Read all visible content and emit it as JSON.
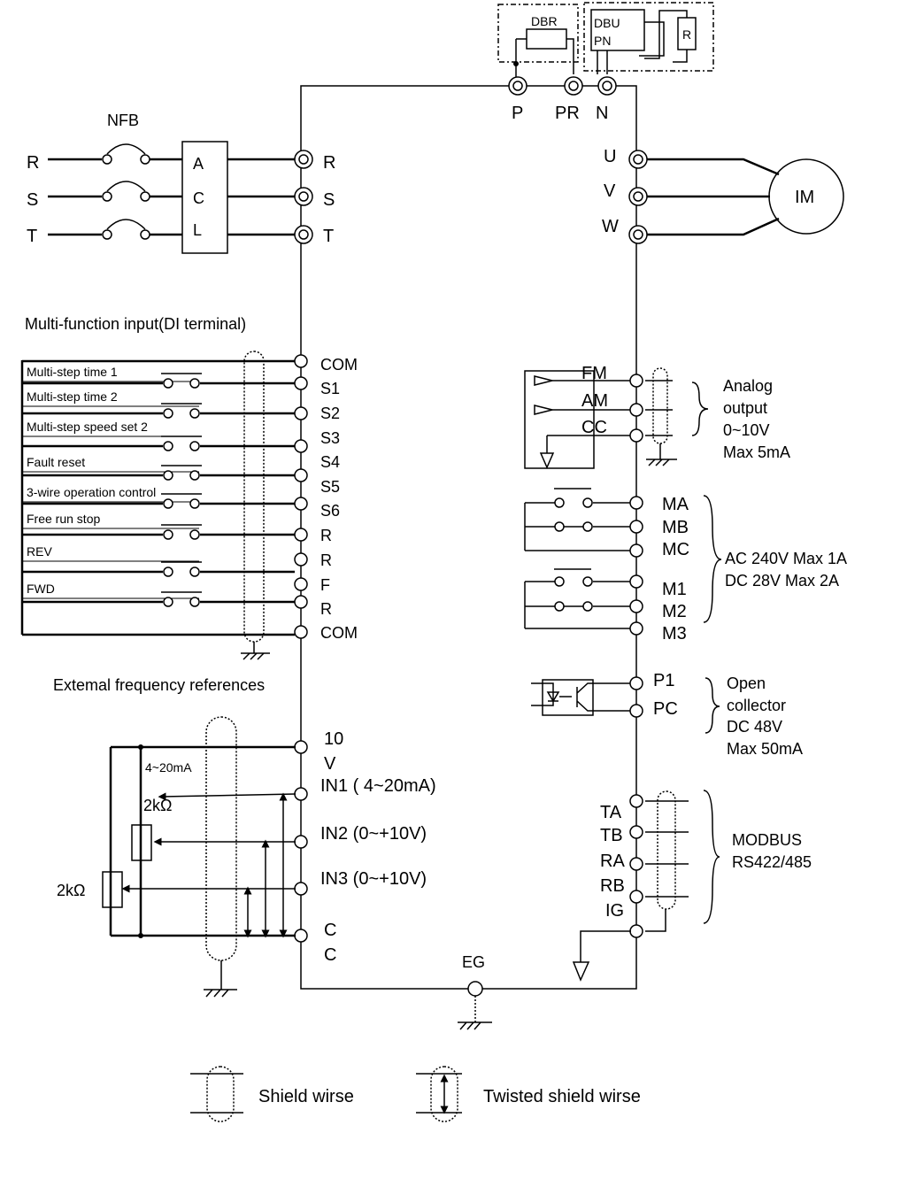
{
  "braking": {
    "dbr": "DBR",
    "dbu": "DBU",
    "pn": "PN",
    "r": "R"
  },
  "dc_terminals": [
    "P",
    "PR",
    "N"
  ],
  "nfb": "NFB",
  "acl_letters": [
    "A",
    "C",
    "L"
  ],
  "power_input_labels": [
    "R",
    "S",
    "T"
  ],
  "power_terminals": [
    "R",
    "S",
    "T"
  ],
  "output_terminals": [
    "U",
    "V",
    "W"
  ],
  "motor": "IM",
  "di_section": {
    "title": "Multi-function input(DI terminal)",
    "functions": [
      "Multi-step  time 1",
      "Multi-step  time 2",
      "Multi-step  speed  set 2",
      "Fault  reset",
      "3-wire operation  control",
      "Free run stop",
      "REV",
      "FWD"
    ],
    "terminals": [
      "COM",
      "S1",
      "S2",
      "S3",
      "S4",
      "S5",
      "S6",
      "R",
      "R",
      "F",
      "R",
      "COM"
    ]
  },
  "analog_output": {
    "terminals": [
      "FM",
      "AM",
      "CC"
    ],
    "desc": [
      "Analog",
      "output",
      "0~10V",
      "Max 5mA"
    ]
  },
  "relay_output": {
    "terminals": [
      "MA",
      "MB",
      "MC",
      "M1",
      "M2",
      "M3"
    ],
    "desc": [
      "AC 240V Max 1A",
      "DC 28V  Max 2A"
    ]
  },
  "open_collector": {
    "terminals": [
      "P1",
      "PC"
    ],
    "desc": [
      "Open",
      "collector",
      "DC 48V",
      "Max 50mA"
    ]
  },
  "freq_section": {
    "title": "Extemal frequency references",
    "terminals": [
      "10",
      "V",
      "IN1 ( 4~20mA)",
      "IN2 (0~+10V)",
      "IN3 (0~+10V)",
      "C",
      "C"
    ],
    "current_label": "4~20mA",
    "pot_label_inner": "2kΩ",
    "pot_label_outer": "2kΩ"
  },
  "modbus": {
    "terminals": [
      "TA",
      "TB",
      "RA",
      "RB",
      "IG"
    ],
    "desc": [
      "MODBUS",
      "RS422/485"
    ]
  },
  "ground_terminal": "EG",
  "legend": {
    "shield": "Shield wirse",
    "twisted": "Twisted shield wirse"
  }
}
